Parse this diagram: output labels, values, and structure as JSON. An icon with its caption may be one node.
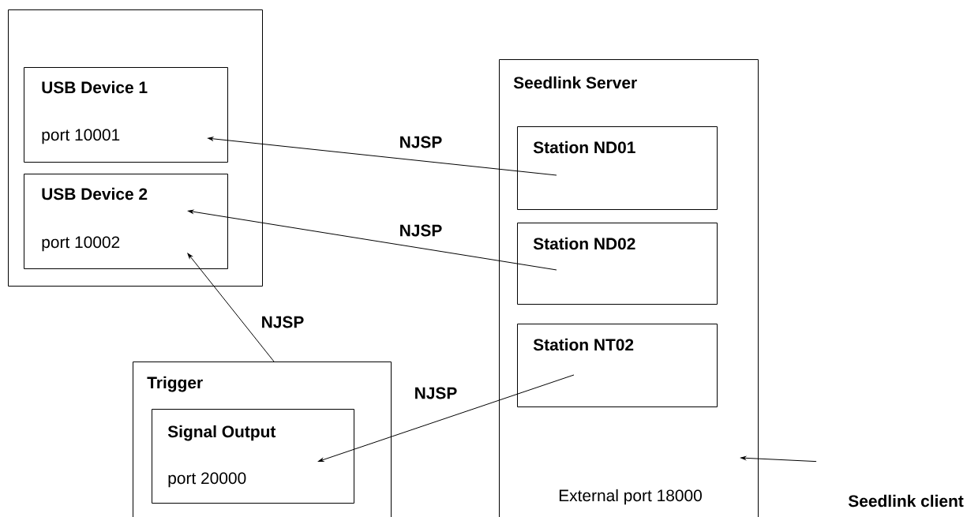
{
  "diagram": {
    "nodes": [
      {
        "text": [],
        "shape": "box"
      },
      {
        "text": [
          "USB Device 1",
          "port 10001"
        ],
        "in": 0
      },
      {
        "text": [
          "USB Device 2",
          "port 10002"
        ],
        "in": 0
      },
      {
        "text": [
          "Seedlink Server",
          "External port 18000"
        ]
      },
      {
        "text": [
          "Station ND01"
        ],
        "in": 3
      },
      {
        "text": [
          "Station ND02"
        ],
        "in": 3
      },
      {
        "text": [
          "Station NT02"
        ],
        "in": 3
      },
      {
        "text": [
          "Trigger"
        ]
      },
      {
        "text": [
          "Signal Output",
          "port 20000"
        ],
        "in": 7
      },
      {
        "text": [
          "Seedlink client"
        ]
      }
    ],
    "edges": [
      {
        "from": 4,
        "to": 1,
        "arrow": "to",
        "label": "NJSP"
      },
      {
        "from": 5,
        "to": 2,
        "arrow": "to",
        "label": "NJSP"
      },
      {
        "from": 7,
        "to": 2,
        "arrow": "to",
        "label": "NJSP"
      },
      {
        "from": 6,
        "to": 8,
        "arrow": "to",
        "label": "NJSP"
      },
      {
        "from": 9,
        "to": 3,
        "arrow": "to"
      }
    ]
  }
}
